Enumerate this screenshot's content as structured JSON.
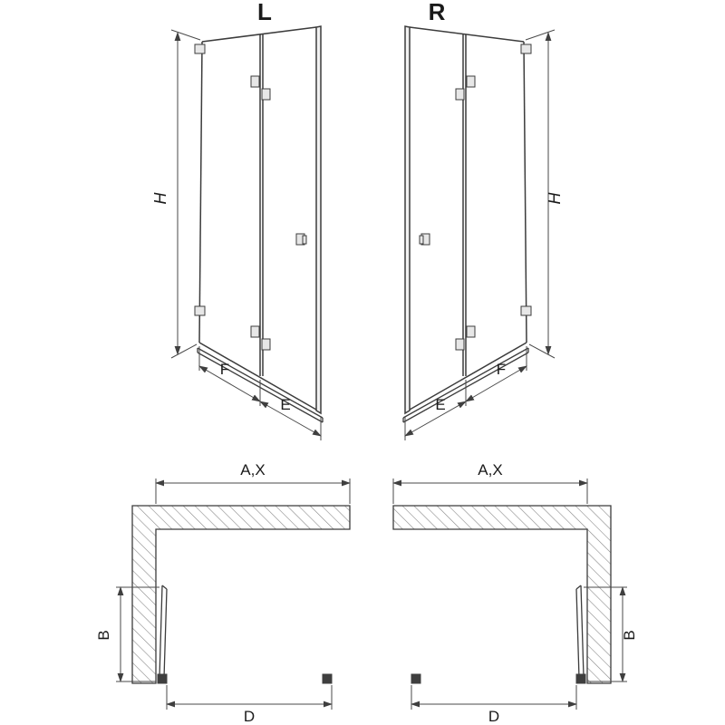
{
  "page": {
    "background": "#ffffff",
    "line_color": "#3c3c3c",
    "hatch_color": "#8a8a8a"
  },
  "variants": {
    "left": {
      "title": "L",
      "elevation": {
        "height": "H",
        "fold_panel_width": "F",
        "pivot_panel_width": "E"
      },
      "plan": {
        "total_width": "A,X",
        "fold_depth": "B",
        "entry_width": "D"
      }
    },
    "right": {
      "title": "R",
      "elevation": {
        "height": "H",
        "fold_panel_width": "F",
        "pivot_panel_width": "E"
      },
      "plan": {
        "total_width": "A,X",
        "fold_depth": "B",
        "entry_width": "D"
      }
    }
  }
}
